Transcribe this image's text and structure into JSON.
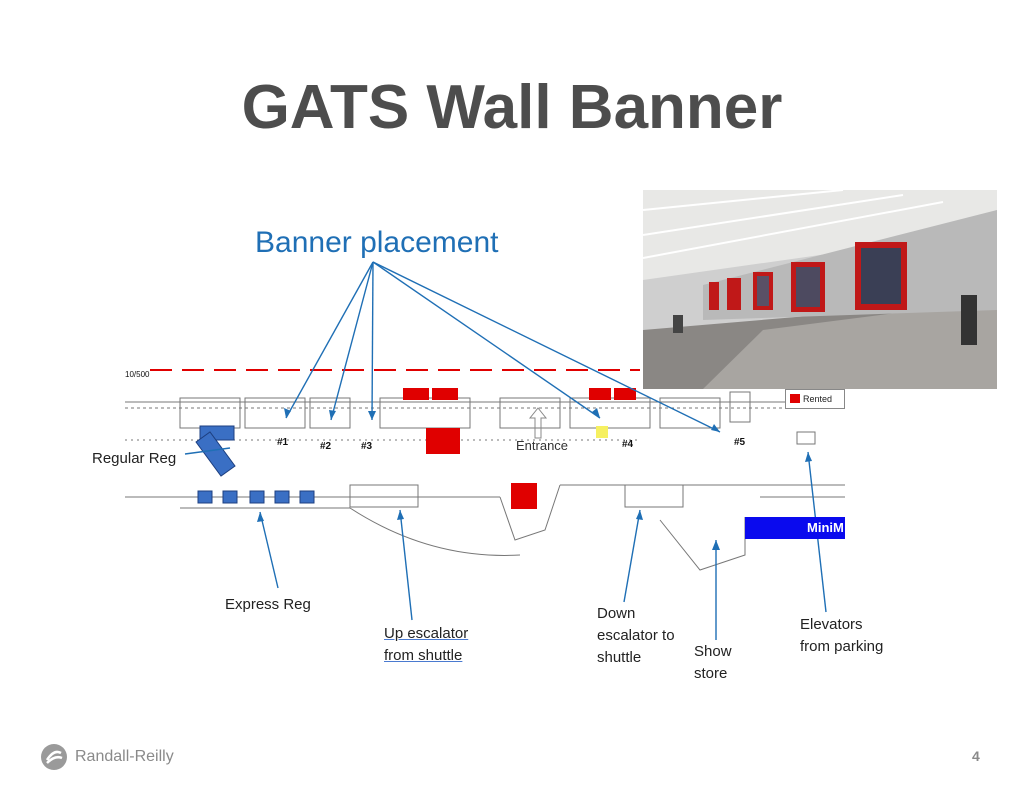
{
  "slide": {
    "title": "GATS Wall Banner",
    "subtitle": "Banner placement",
    "page_number": "4",
    "company": "Randall-Reilly"
  },
  "map": {
    "markers": [
      "#1",
      "#2",
      "#3",
      "#4",
      "#5"
    ],
    "entrance_label": "Entrance",
    "rented_label": "Rented",
    "minim_label": "MiniM",
    "room_code": "10/500"
  },
  "callouts": {
    "regular_reg": "Regular Reg",
    "express_reg": "Express Reg",
    "up_escalator_line1": "Up escalator",
    "up_escalator_line2": "from shuttle",
    "down_escalator_line1": "Down",
    "down_escalator_line2": "escalator to",
    "down_escalator_line3": "shuttle",
    "show_store_line1": "Show",
    "show_store_line2": "store",
    "elevators_line1": "Elevators",
    "elevators_line2": "from parking"
  },
  "colors": {
    "title": "#4d4d4d",
    "subtitle": "#1f6fb5",
    "arrow": "#1f6fb5",
    "rented": "#e00000",
    "reg_blue": "#3a6fc4",
    "minim": "#0a0aee"
  }
}
